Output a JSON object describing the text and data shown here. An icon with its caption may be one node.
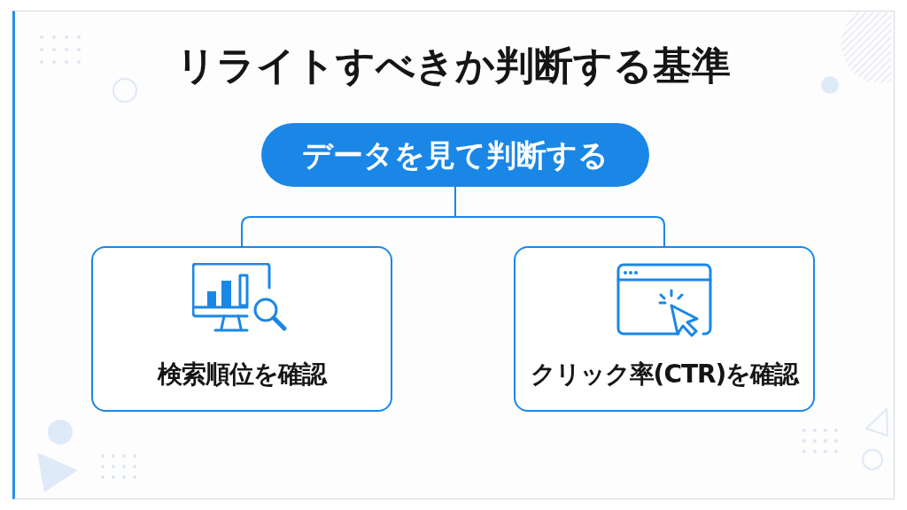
{
  "diagram": {
    "title": "リライトすべきか判断する基準",
    "nodes": [
      {
        "text": [
          "データを見て判断する"
        ]
      },
      {
        "text": [
          "検索順位を確認"
        ]
      },
      {
        "text": [
          "クリック率(CTR)を確認"
        ]
      }
    ],
    "edges": [
      {
        "from": 0,
        "to": 1,
        "arrow": "none"
      },
      {
        "from": 0,
        "to": 2,
        "arrow": "none"
      }
    ]
  }
}
